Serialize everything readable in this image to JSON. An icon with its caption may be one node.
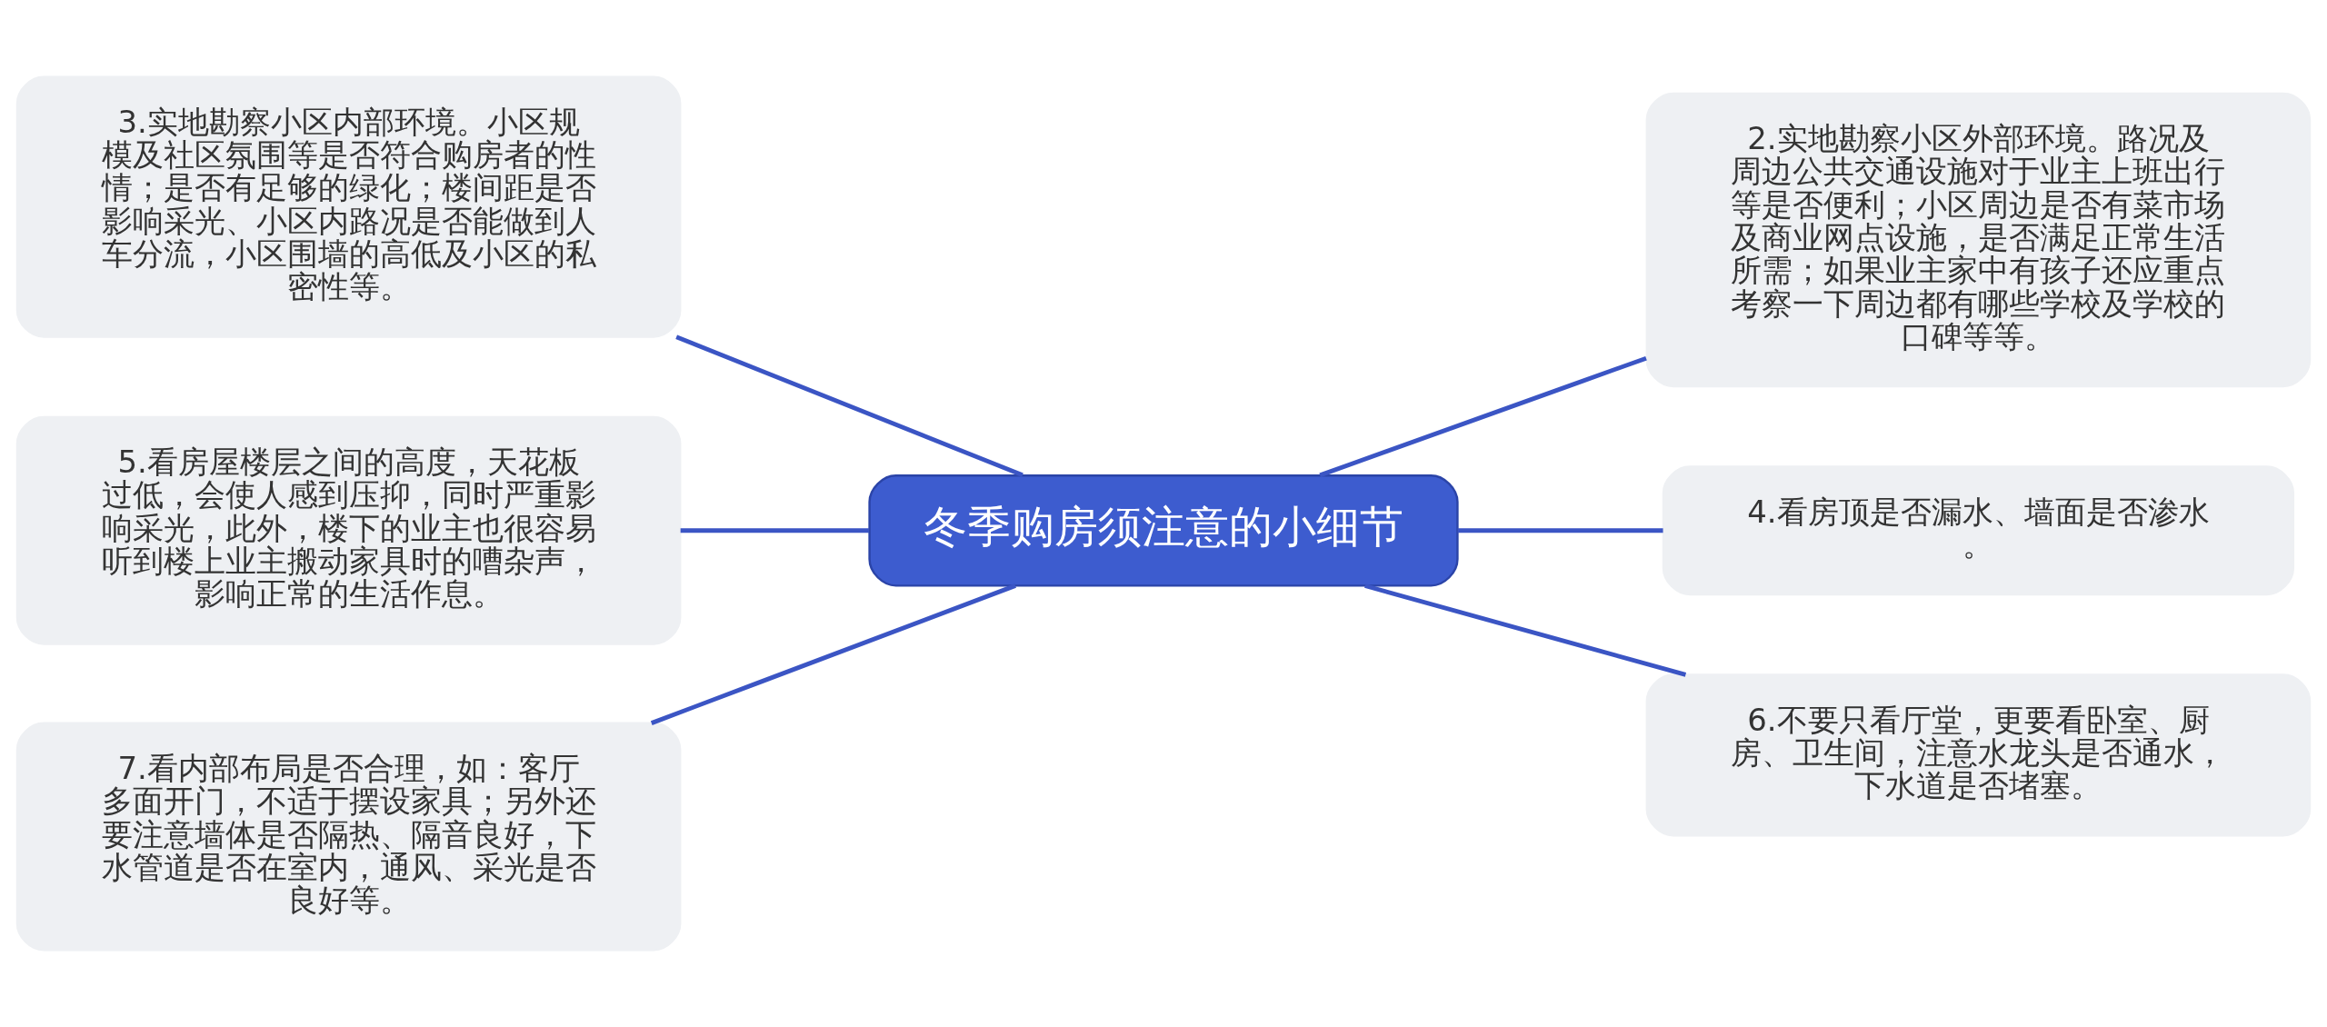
{
  "diagram": {
    "nodes": [
      {
        "text": [
          "冬季购房须注意的小细节"
        ]
      },
      {
        "text": [
          "2.实地勘察小区外部环境。路况及周边公共交通设施对于业主上班出行等是否便利；小区周边是否有菜市场及商业网点设施，是否满足正常生活所需；如果业主家中有孩子还应重点考察一下周边都有哪些学校及学校的口碑等等。"
        ]
      },
      {
        "text": [
          "3.实地勘察小区内部环境。小区规模及社区氛围等是否符合购房者的性情；是否有足够的绿化；楼间距是否影响采光、小区内路况是否能做到人车分流，小区围墙的高低及小区的私密性等。"
        ]
      },
      {
        "text": [
          "4.看房顶是否漏水、墙面是否渗水。"
        ]
      },
      {
        "text": [
          "5.看房屋楼层之间的高度，天花板过低，会使人感到压抑，同时严重影响采光，此外，楼下的业主也很容易听到楼上业主搬动家具时的嘈杂声，影响正常的生活作息。"
        ]
      },
      {
        "text": [
          "6.不要只看厅堂，更要看卧室、厨房、卫生间，注意水龙头是否通水，下水道是否堵塞。"
        ]
      },
      {
        "text": [
          "7.看内部布局是否合理，如：客厅多面开门，不适于摆设家具；另外还要注意墙体是否隔热、隔音良好，下水管道是否在室内，通风、采光是否良好等。"
        ]
      }
    ],
    "edges": [
      {
        "from": 0,
        "to": 1,
        "arrow": "none"
      },
      {
        "from": 0,
        "to": 2,
        "arrow": "none"
      },
      {
        "from": 0,
        "to": 3,
        "arrow": "none"
      },
      {
        "from": 0,
        "to": 4,
        "arrow": "none"
      },
      {
        "from": 0,
        "to": 5,
        "arrow": "none"
      },
      {
        "from": 0,
        "to": 6,
        "arrow": "none"
      }
    ]
  }
}
